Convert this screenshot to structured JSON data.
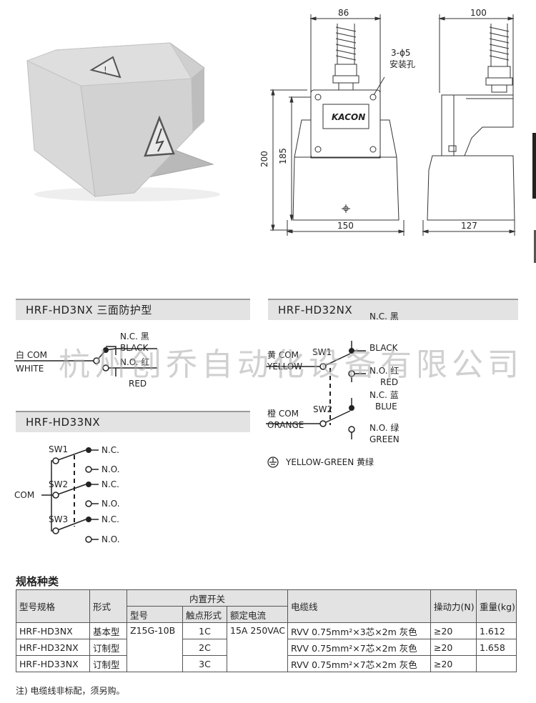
{
  "dimensions": {
    "front_width_top": "86",
    "side_width_top": "100",
    "mount_holes_line1": "3-ϕ5",
    "mount_holes_line2": "安装孔",
    "height_total": "200",
    "height_body": "185",
    "front_width_bottom": "150",
    "side_width_bottom": "127",
    "brand": "KACON"
  },
  "sections": {
    "hd3nx": "HRF-HD3NX 三面防护型",
    "hd32nx": "HRF-HD32NX",
    "hd33nx": "HRF-HD33NX"
  },
  "diagram_hd3nx": {
    "com": "白 COM",
    "com_en": "WHITE",
    "nc": "N.C. 黑",
    "nc_en": "BLACK",
    "no": "N.O. 红",
    "no_en": "RED"
  },
  "diagram_hd32nx": {
    "sw1": "SW1",
    "sw2": "SW2",
    "com1": "黄 COM",
    "com1_en": "YELLOW",
    "nc1": "N.C. 黑",
    "nc1_en": "BLACK",
    "no1": "N.O. 红",
    "no1_en": "RED",
    "com2": "橙 COM",
    "com2_en": "ORANGE",
    "nc2": "N.C. 蓝",
    "nc2_en": "BLUE",
    "no2": "N.O. 绿",
    "no2_en": "GREEN",
    "ground": "YELLOW-GREEN 黄绿"
  },
  "diagram_hd33nx": {
    "com": "COM",
    "sw1": "SW1",
    "sw2": "SW2",
    "sw3": "SW3",
    "nc": "N.C.",
    "no": "N.O."
  },
  "watermark": "杭州创乔自动化设备有限公司",
  "spec": {
    "title": "规格种类",
    "headers": {
      "model": "型号规格",
      "form": "形式",
      "switch": "内置开关",
      "sw_model": "型号",
      "contact": "触点形式",
      "rating": "额定电流",
      "cable": "电缆线",
      "force": "操动力(N)",
      "weight": "重量(kg)"
    },
    "rows": [
      {
        "model": "HRF-HD3NX",
        "form": "基本型",
        "sw_model": "Z15G-10B",
        "contact": "1C",
        "rating": "15A 250VAC",
        "cable": "RVV 0.75mm²×3芯×2m 灰色",
        "force": "≥20",
        "weight": "1.612"
      },
      {
        "model": "HRF-HD32NX",
        "form": "订制型",
        "sw_model": "",
        "contact": "2C",
        "rating": "",
        "cable": "RVV 0.75mm²×7芯×2m 灰色",
        "force": "≥20",
        "weight": "1.658"
      },
      {
        "model": "HRF-HD33NX",
        "form": "订制型",
        "sw_model": "",
        "contact": "3C",
        "rating": "",
        "cable": "RVV 0.75mm²×7芯×2m 灰色",
        "force": "≥20",
        "weight": ""
      }
    ],
    "note": "注) 电缆线非标配，须另购。"
  }
}
